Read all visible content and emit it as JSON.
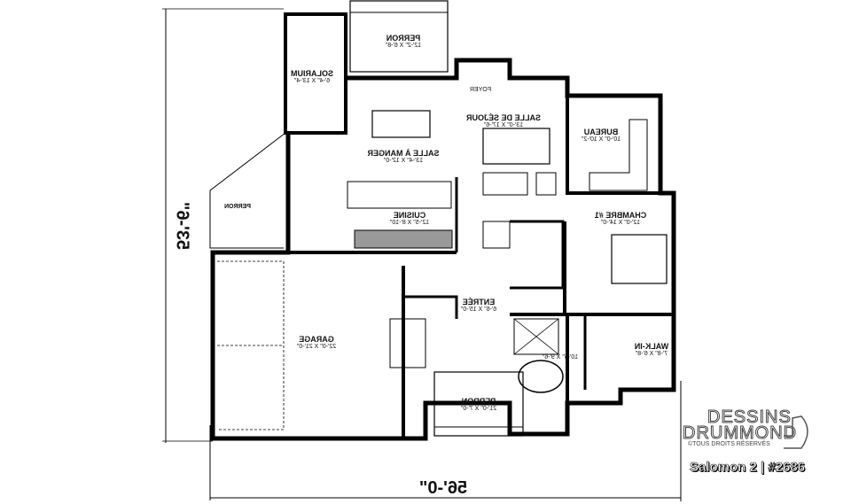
{
  "plan": {
    "rooms": [
      {
        "name": "PERRON",
        "size": "12'-2\" X 6'-8\""
      },
      {
        "name": "SOLARIUM",
        "size": "6'-4\" X 13'-4\""
      },
      {
        "name": "FOYER",
        "size": ""
      },
      {
        "name": "SALLE DE SÉJOUR",
        "size": "13'-0\" X 17'-6\""
      },
      {
        "name": "SALLE À MANGER",
        "size": "13'-4\" X 12'-0\""
      },
      {
        "name": "BUREAU",
        "size": "10'-0\" X 10'-2\""
      },
      {
        "name": "PERRON",
        "size": ""
      },
      {
        "name": "CUISINE",
        "size": "12'-5\" X 8'-10\""
      },
      {
        "name": "CHAMBRE #1",
        "size": "12'-0\" X 14'-0\""
      },
      {
        "name": "ENTRÉE",
        "size": "6'-6\" X 15'-0\""
      },
      {
        "name": "GARAGE",
        "size": "22'-0\" X 21'-0\""
      },
      {
        "name": "WALK-IN",
        "size": "7'-8\" X 6'-8\""
      },
      {
        "name": "",
        "size": "10'-6\" X 9'-6\""
      },
      {
        "name": "PERRON",
        "size": "21'-0\" X 7'-0\""
      }
    ],
    "width_dimension": "56'-0\"",
    "depth_dimension": "53'-6\"",
    "mirrored": true
  },
  "branding": {
    "line1": "DESSINS",
    "line2": "DRUMMOND",
    "copyright": "©TOUS DROITS RÉSERVÉS",
    "title": "Salomon 2 | #2686"
  }
}
